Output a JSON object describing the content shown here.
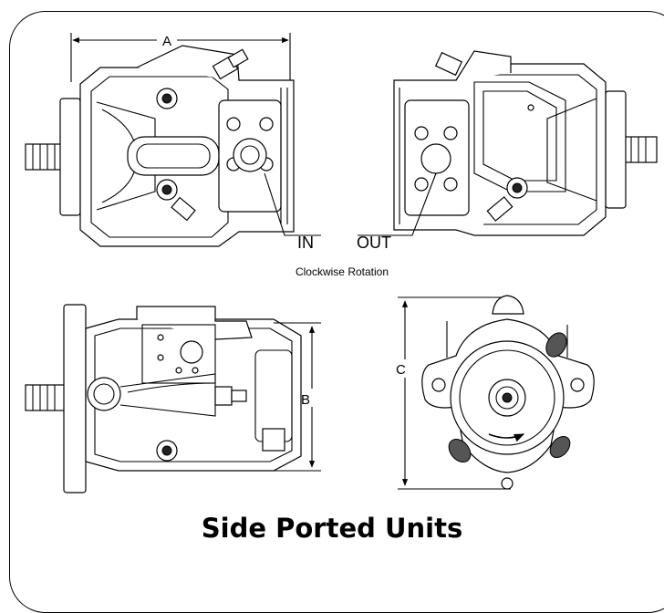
{
  "labels": {
    "dim_a": "A",
    "dim_b": "B",
    "dim_c": "C",
    "port_in": "IN",
    "port_out": "OUT",
    "rotation": "Clockwise Rotation"
  },
  "title": "Side Ported Units"
}
